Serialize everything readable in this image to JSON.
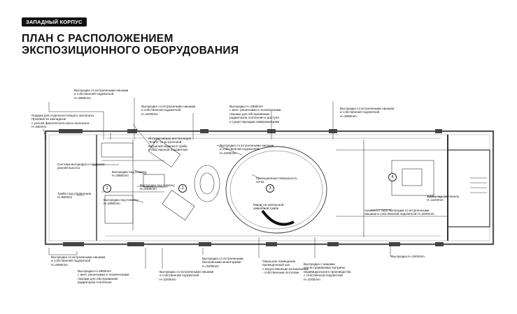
{
  "header": {
    "tag": "ЗАПАДНЫЙ КОРПУС",
    "title_line1": "ПЛАН С РАСПОЛОЖЕНИЕМ",
    "title_line2": "ЭКСПОЗИЦИОННОГО ОБОРУДОВАНИЯ"
  },
  "rooms": [
    "1",
    "2",
    "3",
    "4"
  ],
  "annotations": {
    "a1": "Выгородка со встроенными нишами\nи собственной подсветкой\nH=2880mm",
    "a2": "Выгородка со встроенными нишами\nи собственной подсветкой\nH=3200mm",
    "a3": "Выгородка H=2880mm\nс вент. решетками и техническими\nлюками для обслуживания\nрадиаторов отопления и доступа\nк существующим коммуникациям",
    "a4": "Выгородка со встроенными нишами\nи собственной подсветкой\nH=2880mm",
    "a5": "Подиум для отдельностоящего экспоната.\nПроизвести закладные\nс учетом фактического веса экспоната\nH=350mm",
    "a6": "Интерактивная инсталляция\n\"Книга\" со встроенной\nвитриной-ящиком в тумбе\nс собственной подсветкой",
    "a7": "Выгородка со встроенными нишами\nи собственной подсветкой\nH=3200mm",
    "a8": "Система выгородок и подиумов\nразной высоты",
    "a9": "Выгородка под повеску\nH=2880mm",
    "a10": "Выгородка под повеску\nH=3400mm",
    "a11": "Проекционная поверхность\nсетка",
    "a12": "Тумба под управление\nH=960mm",
    "a13": "Выгородка под повеску\nH=2880mm",
    "a14": "Макет на напольной\nзавальной тумбе",
    "a15": "Тумба под тач панель\nH=1100mm",
    "a16": "Архивного типа выгородки со встроенными\nнишами и собственной подсветкой H=3400mm",
    "a17": "Выгородка со встроенными нишами\nи собственной подсветкой\nH=2880mm",
    "a18": "Выгородка H=2880mm\nс вент. решетками и техническими\nлюками для обслуживания\nрадиаторов отопления",
    "a19": "Выгородка со встроенными нишами\nи собственной подсветкой\nH=3200mm",
    "a20": "Выгородка со встроенными\nбесшовными мониторами\nH=3200mm",
    "a21": "Овальное помещение\nпроекционный зал\nс искусственным затемнением\n- собственным потолком",
    "a22": "Выгородка с нишами\nпод встраиваемые витрины\nиндивидуального производства\nс собственной подсветкой\nH=3200mm",
    "a23": "Выгородка H=3400mm"
  }
}
